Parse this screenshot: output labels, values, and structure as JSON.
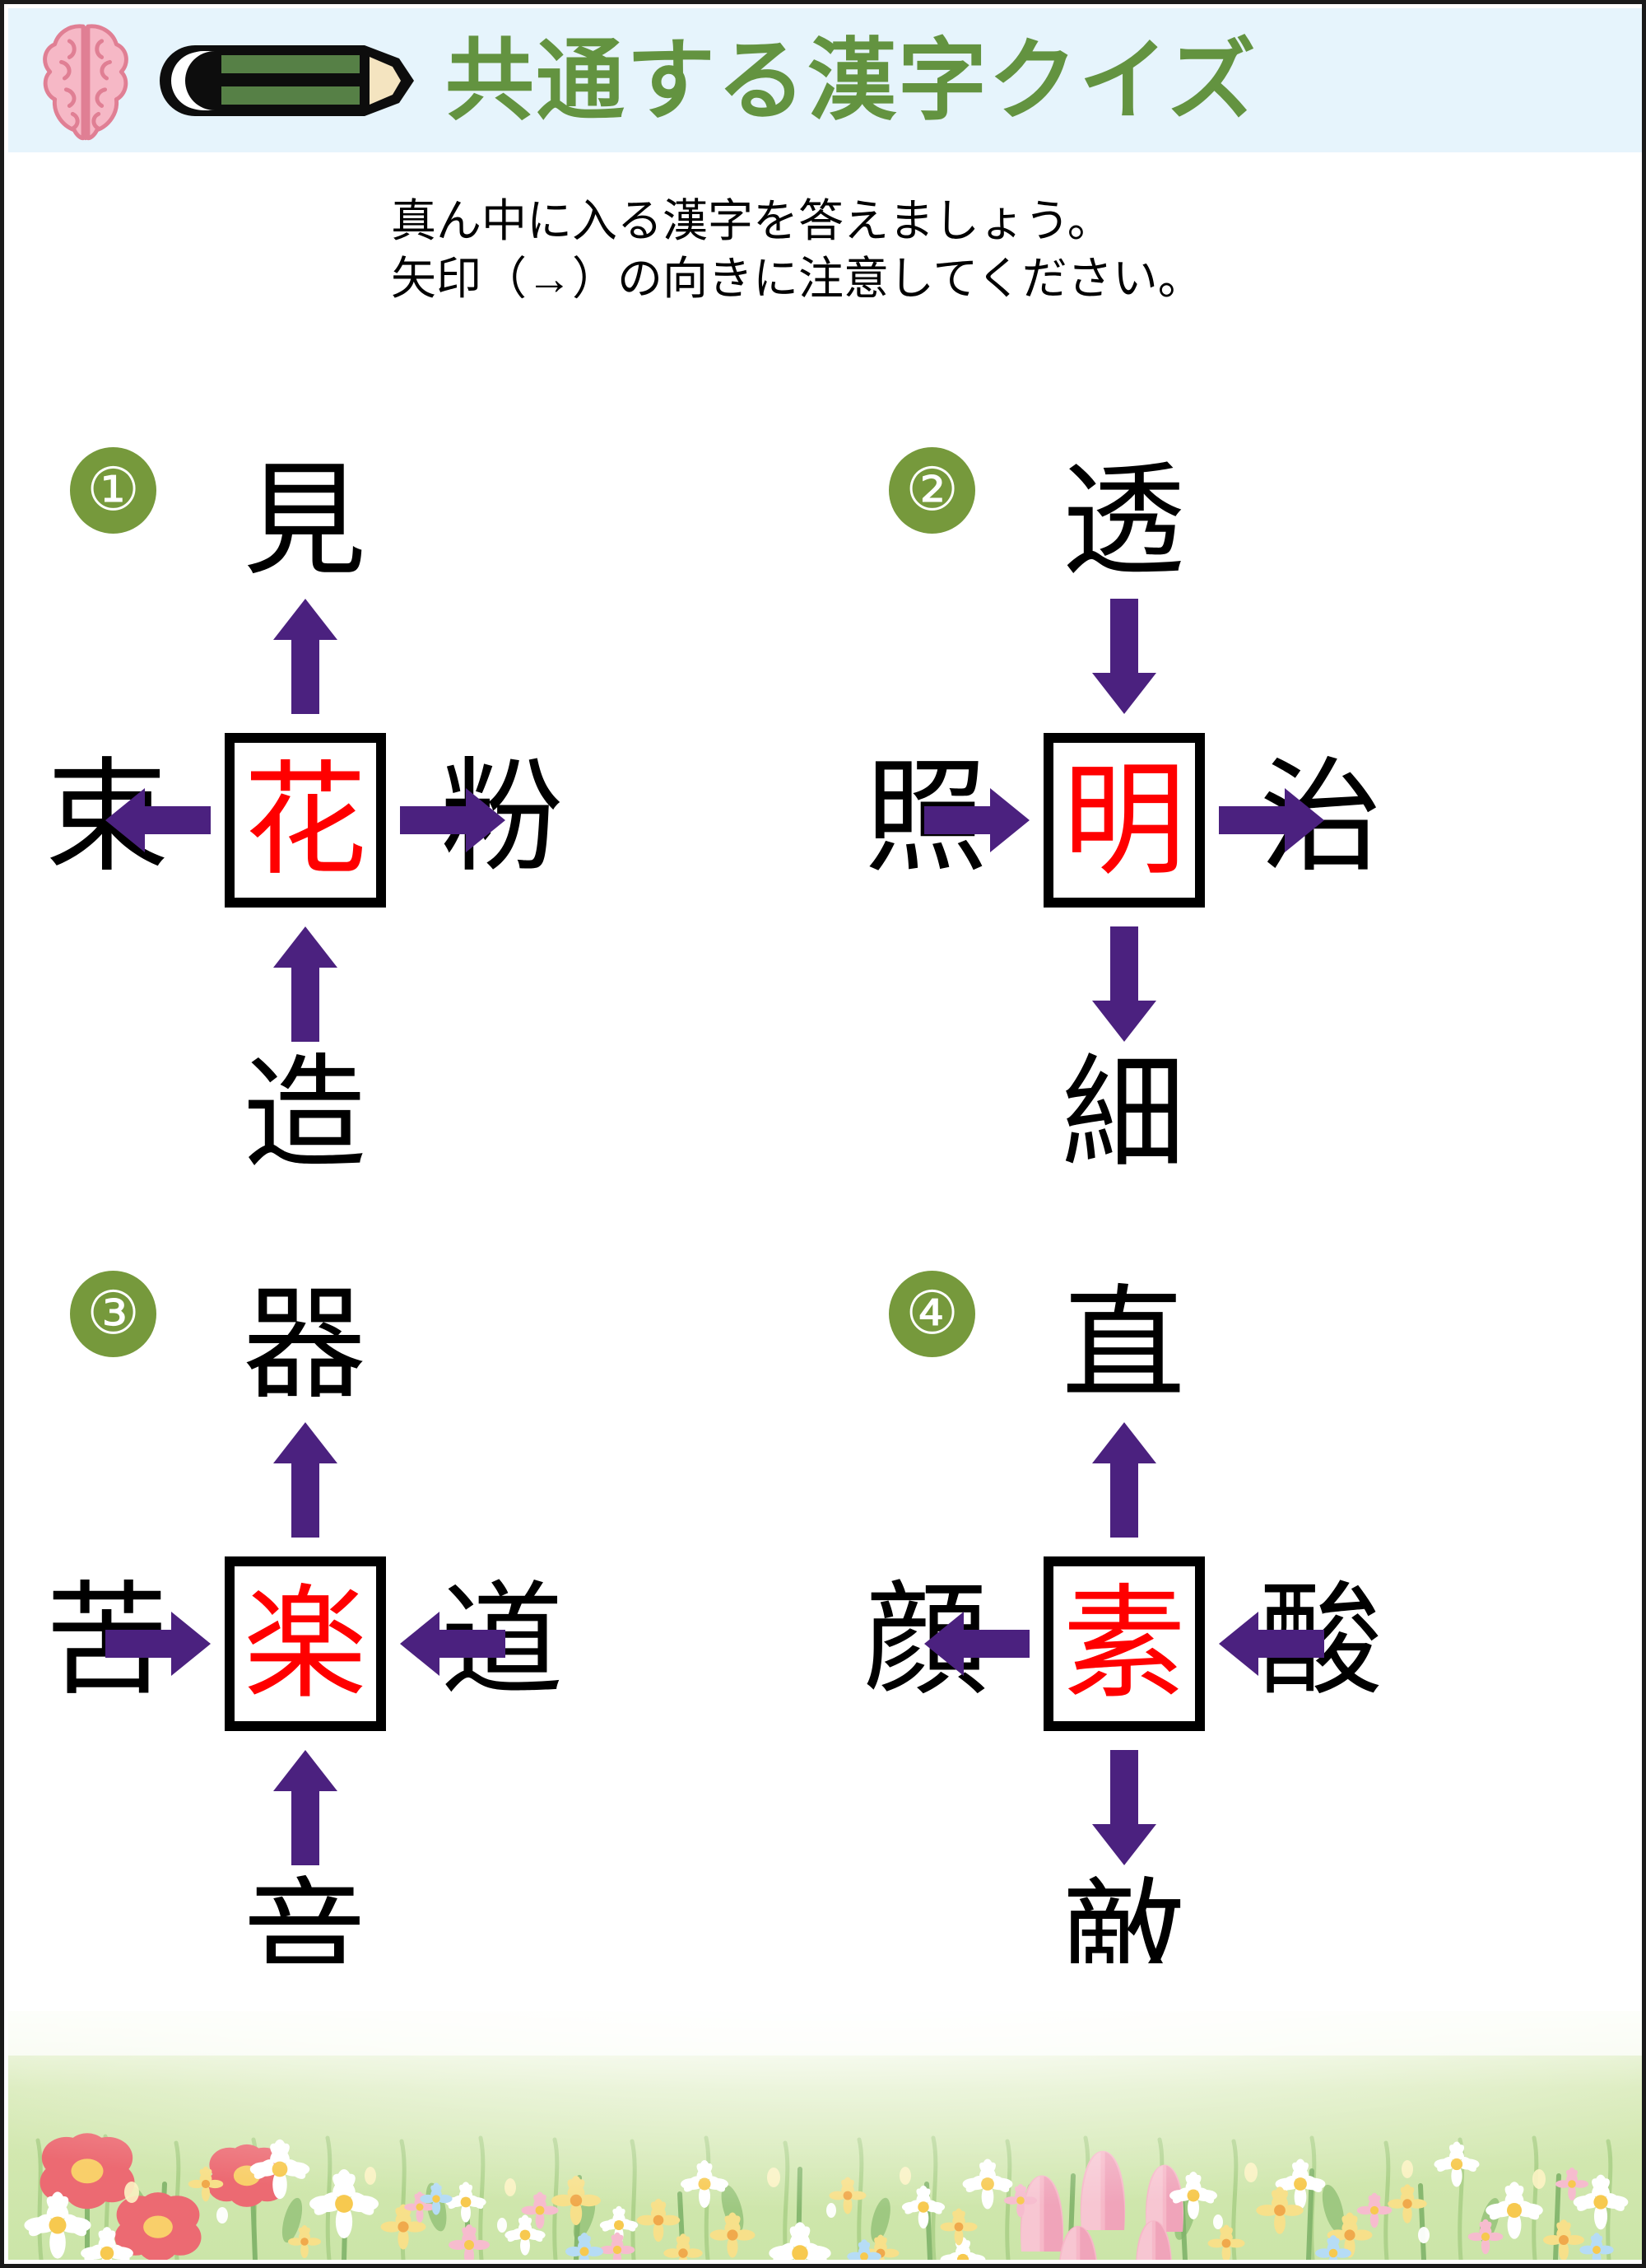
{
  "header": {
    "title": "共通する漢字クイズ",
    "brain_icon": "brain-icon",
    "pencil_icon": "pencil-icon",
    "background_color": "#e6f4fc",
    "title_color": "#639340"
  },
  "instructions": {
    "line1": "真ん中に入る漢字を答えましょう。",
    "line2": "矢印（→）の向きに注意してください。"
  },
  "colors": {
    "arrow": "#4b217f",
    "answer": "#ff0000",
    "badge": "#76993c",
    "kanji": "#000000"
  },
  "puzzles": [
    {
      "number": "①",
      "answer": "花",
      "top": {
        "kanji": "見",
        "arrow": "up"
      },
      "bottom": {
        "kanji": "造",
        "arrow": "up"
      },
      "left": {
        "kanji": "束",
        "arrow": "left"
      },
      "right": {
        "kanji": "粉",
        "arrow": "right"
      }
    },
    {
      "number": "②",
      "answer": "明",
      "top": {
        "kanji": "透",
        "arrow": "down"
      },
      "bottom": {
        "kanji": "細",
        "arrow": "down"
      },
      "left": {
        "kanji": "照",
        "arrow": "right"
      },
      "right": {
        "kanji": "治",
        "arrow": "right"
      }
    },
    {
      "number": "③",
      "answer": "楽",
      "top": {
        "kanji": "器",
        "arrow": "up"
      },
      "bottom": {
        "kanji": "音",
        "arrow": "up"
      },
      "left": {
        "kanji": "苦",
        "arrow": "right"
      },
      "right": {
        "kanji": "道",
        "arrow": "left"
      }
    },
    {
      "number": "④",
      "answer": "素",
      "top": {
        "kanji": "直",
        "arrow": "up"
      },
      "bottom": {
        "kanji": "敵",
        "arrow": "down"
      },
      "left": {
        "kanji": "顔",
        "arrow": "left"
      },
      "right": {
        "kanji": "酸",
        "arrow": "left"
      }
    }
  ],
  "footer": {
    "decoration": "flower-meadow-illustration"
  }
}
